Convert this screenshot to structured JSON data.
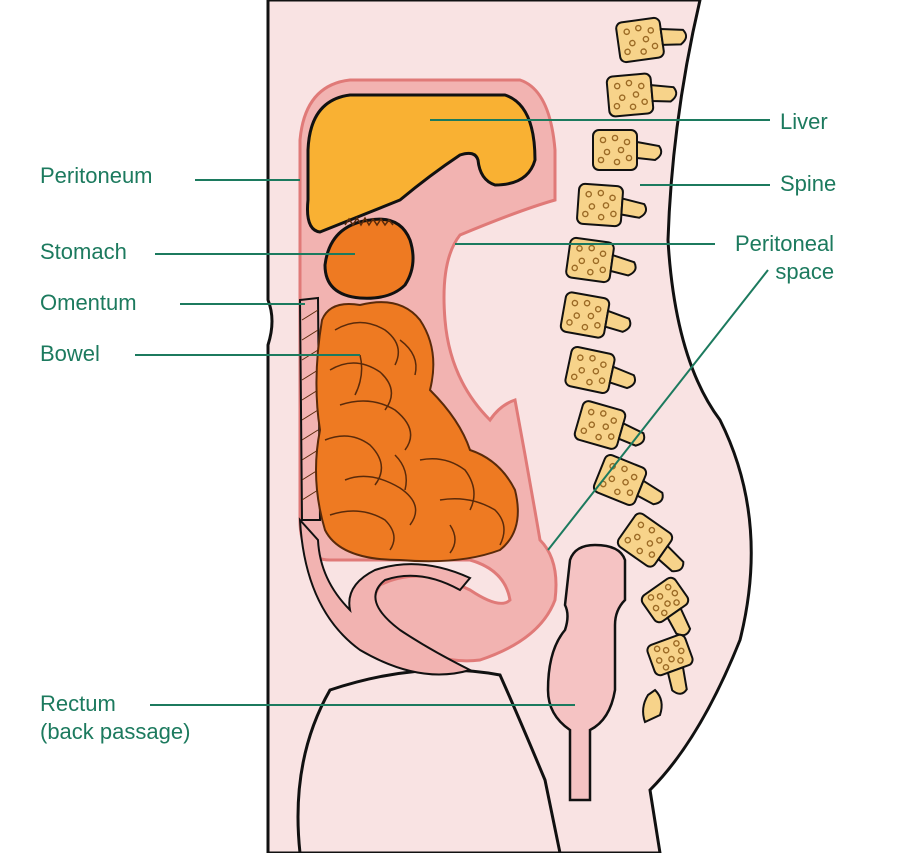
{
  "colors": {
    "label_text": "#1c7a5e",
    "leader_line": "#1c7a5e",
    "outline": "#111111",
    "skin": "#f9e3e3",
    "peritoneal_space": "#f2b3b1",
    "peritoneum_line": "#e07a78",
    "liver": "#f9b133",
    "stomach_bowel": "#ee7a22",
    "bowel_outline": "#5a2a0a",
    "vertebra": "#f7d38a",
    "vertebra_dots": "#9b6a25",
    "rectum": "#f5c3c3"
  },
  "labels": {
    "peritoneum": "Peritoneum",
    "stomach": "Stomach",
    "omentum": "Omentum",
    "bowel": "Bowel",
    "liver": "Liver",
    "spine": "Spine",
    "peritoneal_space": "Peritoneal\nspace",
    "rectum": "Rectum\n(back passage)"
  }
}
